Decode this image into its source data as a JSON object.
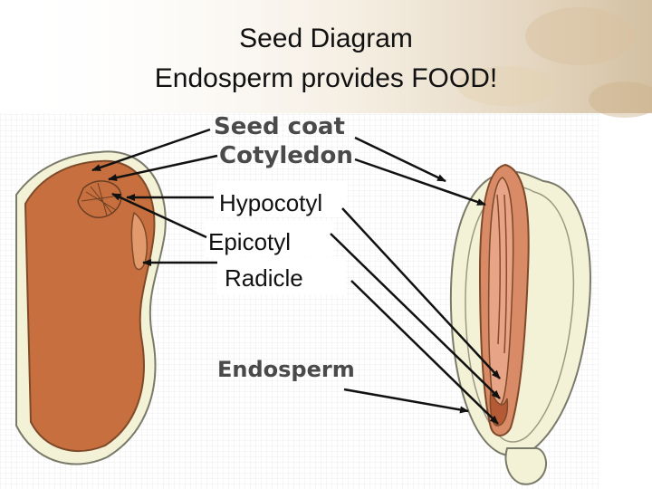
{
  "slide": {
    "title_line1": "Seed Diagram",
    "title_line2": "Endosperm provides FOOD!"
  },
  "labels": {
    "seed_coat": "Seed coat",
    "cotyledon": "Cotyledon",
    "hypocotyl": "Hypocotyl",
    "epicotyl": "Epicotyl",
    "radicle": "Radicle",
    "endosperm": "Endosperm"
  },
  "colors": {
    "seed_coat_fill": "#f3f1d6",
    "cotyledon_fill": "#c76f3e",
    "embryo_fill": "#d98a66",
    "arrow": "#111111"
  }
}
